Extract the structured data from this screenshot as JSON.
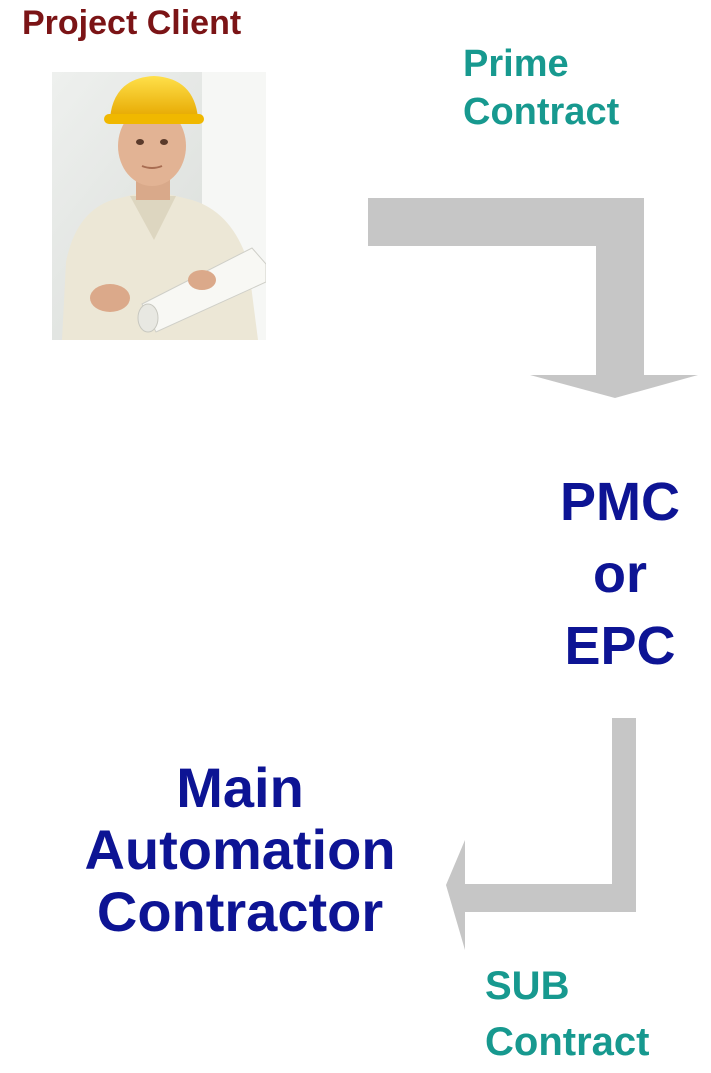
{
  "client": {
    "title": "Project Client",
    "photo_icon": "engineer-with-hardhat-photo"
  },
  "prime_contract": {
    "line1": "Prime",
    "line2": "Contract"
  },
  "pmc_epc": {
    "line1": "PMC",
    "line2": "or",
    "line3": "EPC"
  },
  "main_automation_contractor": {
    "line1": "Main",
    "line2": "Automation",
    "line3": "Contractor"
  },
  "sub_contract": {
    "line1": "SUB",
    "line2": "Contract"
  },
  "colors": {
    "client_title": "#7b1416",
    "contract_labels": "#17998f",
    "party_labels": "#0d1494",
    "arrows": "#c6c6c6"
  }
}
